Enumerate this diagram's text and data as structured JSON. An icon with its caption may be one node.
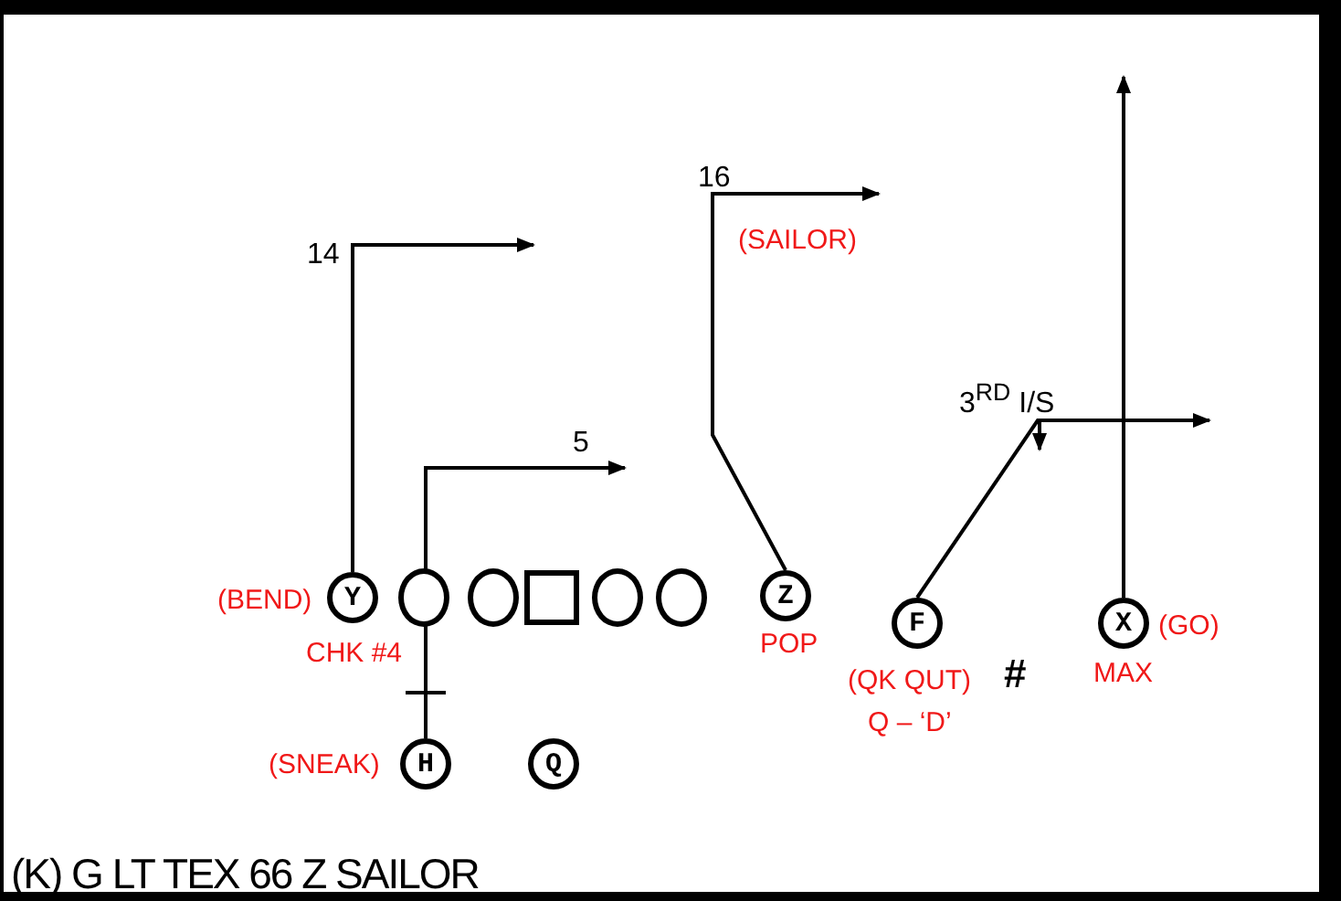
{
  "diagram": {
    "caption": "(K) G LT TEX 66 Z SAILOR",
    "nodes": [
      {
        "text": [
          "Y"
        ],
        "beside": [
          "(BEND)"
        ]
      },
      {
        "text": [],
        "shape": "circle"
      },
      {
        "text": [],
        "shape": "circle"
      },
      {
        "text": [],
        "shape": "box"
      },
      {
        "text": [],
        "shape": "circle"
      },
      {
        "text": [],
        "shape": "circle"
      },
      {
        "text": [
          "Z"
        ],
        "beside": [
          "POP"
        ]
      },
      {
        "text": [
          "F"
        ],
        "beside": [
          "(QK QUT)",
          "Q – ‘D’"
        ]
      },
      {
        "text": [
          "X"
        ],
        "beside": [
          "(GO)",
          "MAX"
        ]
      },
      {
        "text": [
          "H"
        ],
        "beside": [
          "(SNEAK)"
        ]
      },
      {
        "text": [
          "Q"
        ]
      }
    ],
    "edges": [
      {
        "from": 0,
        "to": null,
        "arrow": "to",
        "label": "14"
      },
      {
        "from": 9,
        "to": null,
        "arrow": "to",
        "label": "5"
      },
      {
        "from": 6,
        "to": null,
        "arrow": "to",
        "label": "16"
      },
      {
        "from": 7,
        "to": null,
        "arrow": "to",
        "label": "3$^{RD}$ I/S"
      },
      {
        "from": 8,
        "to": null,
        "arrow": "to"
      }
    ],
    "labels": [
      "(SAILOR)",
      "CHK #4",
      "#"
    ]
  }
}
